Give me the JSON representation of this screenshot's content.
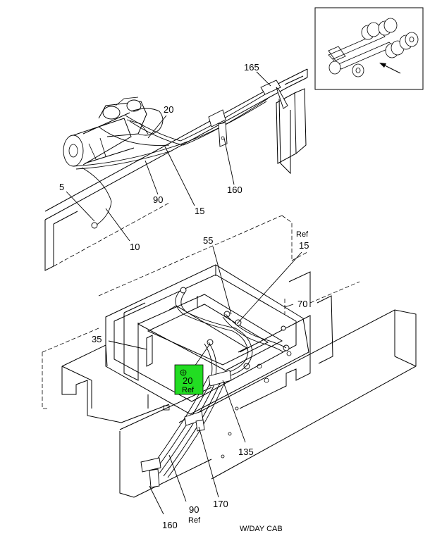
{
  "callouts": {
    "c165": "165",
    "c20_top": "20",
    "c5": "5",
    "c90_top": "90",
    "c15_top": "15",
    "c160_top": "160",
    "c10": "10",
    "c55": "55",
    "ref_15_ref": "Ref",
    "ref_15_num": "15",
    "c70": "70",
    "c35": "35",
    "c135": "135",
    "c170": "170",
    "ref_90_num": "90",
    "ref_90_ref": "Ref",
    "c160_bot": "160"
  },
  "highlight": {
    "number": "20",
    "ref": "Ref",
    "color": "#22dd22"
  },
  "caption": "W/DAY CAB"
}
